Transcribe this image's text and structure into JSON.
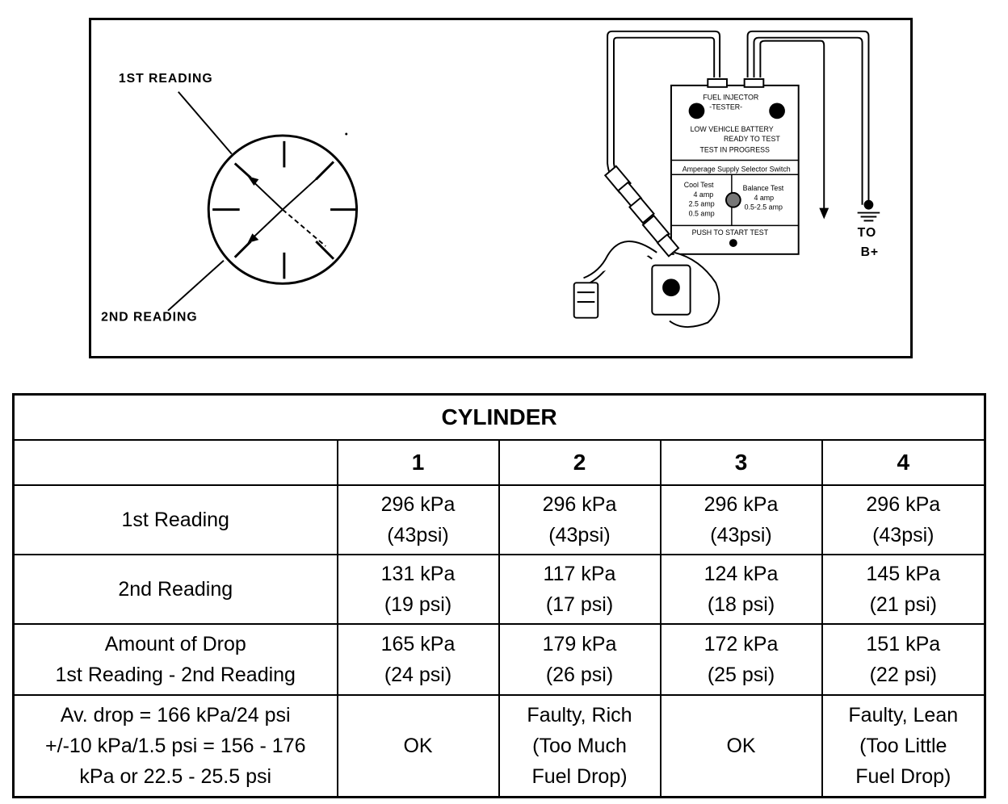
{
  "figure": {
    "label_first": "1ST READING",
    "label_second": "2ND READING",
    "tester": {
      "title_line1": "FUEL INJECTOR",
      "title_line2": "-TESTER-",
      "status_line1": "LOW VEHICLE BATTERY",
      "status_line2": "READY TO TEST",
      "status_line3": "TEST IN PROGRESS",
      "selector_label": "Amperage Supply Selector Switch",
      "cool_test": "Cool Test",
      "cool_a": "4 amp",
      "cool_b": "2.5 amp",
      "cool_c": "0.5 amp",
      "balance_test": "Balance Test",
      "balance_a": "4 amp",
      "balance_b": "0.5-2.5 amp",
      "push_label": "PUSH TO START TEST"
    },
    "to_b_line1": "TO",
    "to_b_line2": "B+"
  },
  "table": {
    "title": "CYLINDER",
    "columns": [
      "1",
      "2",
      "3",
      "4"
    ],
    "rows": [
      {
        "label": "1st Reading",
        "cells": [
          {
            "l1": "296 kPa",
            "l2": "(43psi)"
          },
          {
            "l1": "296 kPa",
            "l2": "(43psi)"
          },
          {
            "l1": "296 kPa",
            "l2": "(43psi)"
          },
          {
            "l1": "296 kPa",
            "l2": "(43psi)"
          }
        ]
      },
      {
        "label": "2nd Reading",
        "cells": [
          {
            "l1": "131 kPa",
            "l2": "(19 psi)"
          },
          {
            "l1": "117 kPa",
            "l2": "(17 psi)"
          },
          {
            "l1": "124 kPa",
            "l2": "(18 psi)"
          },
          {
            "l1": "145 kPa",
            "l2": "(21 psi)"
          }
        ]
      },
      {
        "label_l1": "Amount of Drop",
        "label_l2": "1st Reading - 2nd Reading",
        "cells": [
          {
            "l1": "165 kPa",
            "l2": "(24 psi)"
          },
          {
            "l1": "179 kPa",
            "l2": "(26 psi)"
          },
          {
            "l1": "172 kPa",
            "l2": "(25 psi)"
          },
          {
            "l1": "151 kPa",
            "l2": "(22 psi)"
          }
        ]
      },
      {
        "label_l1": "Av. drop = 166 kPa/24 psi",
        "label_l2": "+/-10 kPa/1.5 psi = 156 - 176",
        "label_l3": "kPa or 22.5 - 25.5 psi",
        "cells": [
          {
            "l1": "OK"
          },
          {
            "l1": "Faulty, Rich",
            "l2": "(Too Much",
            "l3": "Fuel Drop)"
          },
          {
            "l1": "OK"
          },
          {
            "l1": "Faulty, Lean",
            "l2": "(Too Little",
            "l3": "Fuel Drop)"
          }
        ]
      }
    ]
  }
}
